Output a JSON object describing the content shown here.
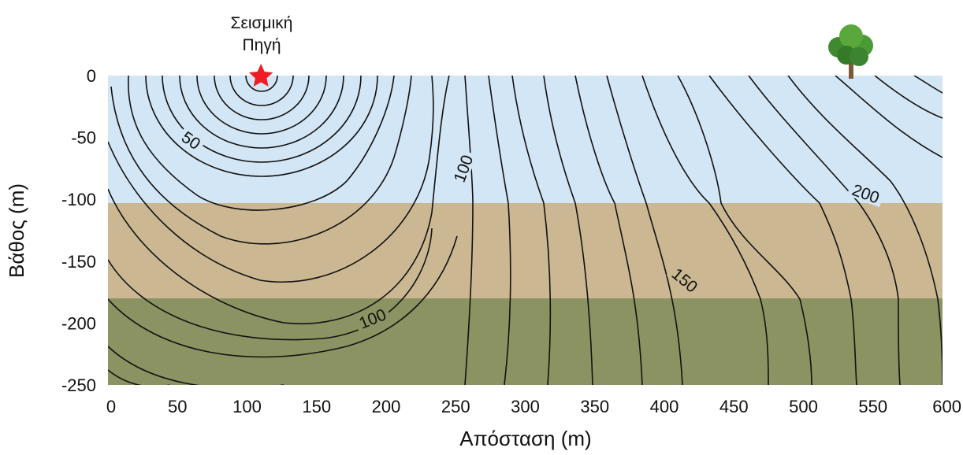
{
  "source_label": [
    "Σεισμική",
    "Πηγή"
  ],
  "x_axis": {
    "title": "Απόσταση (m)",
    "ticks": [
      "0",
      "50",
      "100",
      "150",
      "200",
      "250",
      "300",
      "350",
      "400",
      "450",
      "500",
      "550",
      "600"
    ],
    "range": [
      0,
      600
    ]
  },
  "y_axis": {
    "title": "Βάθος (m)",
    "ticks": [
      "0",
      "-50",
      "-100",
      "-150",
      "-200",
      "-250"
    ],
    "range": [
      -250,
      0
    ]
  },
  "layers": [
    {
      "name": "top",
      "depth_from": 0,
      "depth_to": -103,
      "color": "#d3e6f5"
    },
    {
      "name": "middle",
      "depth_from": -103,
      "depth_to": -180,
      "color": "#cbb893"
    },
    {
      "name": "bottom",
      "depth_from": -180,
      "depth_to": -250,
      "color": "#8c9363"
    }
  ],
  "source_position": {
    "distance": 110,
    "depth": 0,
    "color": "#ee1c25"
  },
  "contour_labels": [
    {
      "text": "50",
      "distance": 60,
      "depth": -52,
      "rotation": 35
    },
    {
      "text": "100",
      "distance": 255,
      "depth": -75,
      "rotation": -70
    },
    {
      "text": "200",
      "distance": 545,
      "depth": -95,
      "rotation": 20
    },
    {
      "text": "150",
      "distance": 415,
      "depth": -165,
      "rotation": 40
    },
    {
      "text": "100",
      "distance": 190,
      "depth": -196,
      "rotation": -22
    }
  ],
  "icons": {
    "source": "star-icon",
    "surface": "tree-icon"
  }
}
